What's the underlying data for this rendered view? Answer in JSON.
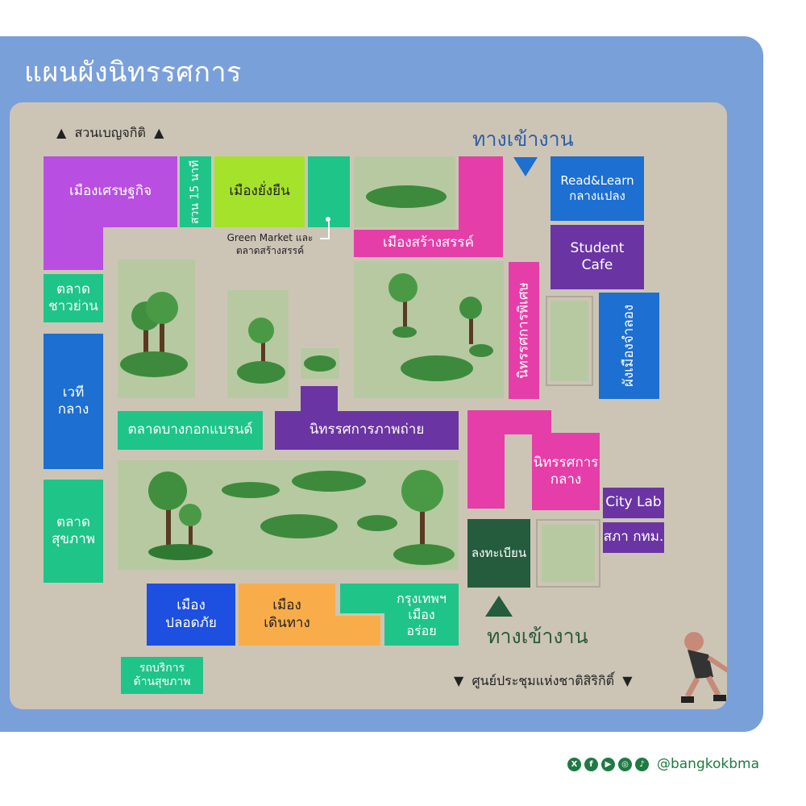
{
  "title": "แผนผังนิทรรศการ",
  "labels": {
    "park_top": "สวนเบญจกิติ",
    "entrance_top": "ทางเข้างาน",
    "entrance_bottom": "ทางเข้างาน",
    "convention": "ศูนย์ประชุมแห่งชาติสิริกิติ์",
    "green_market": "Green Market และ\nตลาดสร้างสรรค์"
  },
  "zones": {
    "economy": "เมืองเศรษฐกิจ",
    "park15": "สวน 15 นาที",
    "sustainable": "เมืองยั่งยืน",
    "creative": "เมืองสร้างสรรค์",
    "readlearn": "Read&Learn\nกลางแปลง",
    "student_cafe": "Student\nCafe",
    "special_exhibit": "นิทรรศการพิเศษ",
    "simulation": "ผังเมืองจำลอง",
    "market_local": "ตลาด\nชาวย่าน",
    "central_stage": "เวที\nกลาง",
    "health_market": "ตลาด\nสุขภาพ",
    "bangkok_brand": "ตลาดบางกอกแบรนด์",
    "photo_exhibit": "นิทรรศการภาพถ่าย",
    "central_exhibit": "นิทรรศการ\nกลาง",
    "city_lab": "City Lab",
    "council": "สภา กทม.",
    "register": "ลงทะเบียน",
    "safe_city": "เมือง\nปลอดภัย",
    "walkable": "เมือง\nเดินทาง",
    "food_city": "กรุงเทพฯ\nเมือง\nอร่อย",
    "health_bus": "รถบริการ\nด้านสุขภาพ"
  },
  "colors": {
    "purple": "#b84fe0",
    "green": "#1fc489",
    "lime": "#a5e22b",
    "pink": "#e53ea8",
    "blue": "#1d6fd1",
    "royal": "#1d4fe0",
    "violet": "#6a35a3",
    "orange": "#f9ac4a",
    "darkgreen": "#245c3d"
  },
  "footer": {
    "icons": [
      "x-icon",
      "facebook-icon",
      "youtube-icon",
      "instagram-icon",
      "tiktok-icon"
    ],
    "handle": "@bangkokbma"
  }
}
